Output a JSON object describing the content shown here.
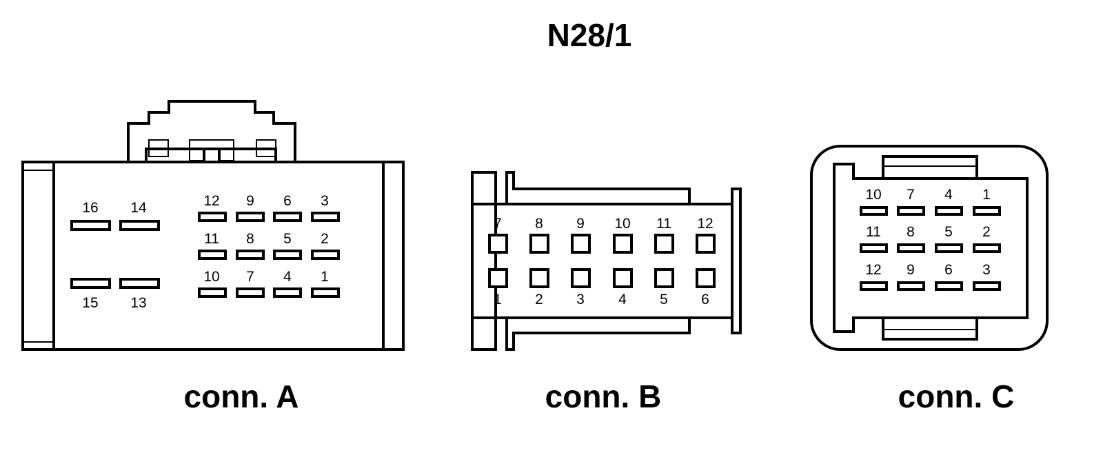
{
  "title": "N28/1",
  "connectors": {
    "a": {
      "caption": "conn. A",
      "pins": [
        "1",
        "2",
        "3",
        "4",
        "5",
        "6",
        "7",
        "8",
        "9",
        "10",
        "11",
        "12",
        "13",
        "14",
        "15",
        "16"
      ]
    },
    "b": {
      "caption": "conn. B",
      "pins": [
        "1",
        "2",
        "3",
        "4",
        "5",
        "6",
        "7",
        "8",
        "9",
        "10",
        "11",
        "12"
      ]
    },
    "c": {
      "caption": "conn. C",
      "pins": [
        "1",
        "2",
        "3",
        "4",
        "5",
        "6",
        "7",
        "8",
        "9",
        "10",
        "11",
        "12"
      ]
    }
  }
}
